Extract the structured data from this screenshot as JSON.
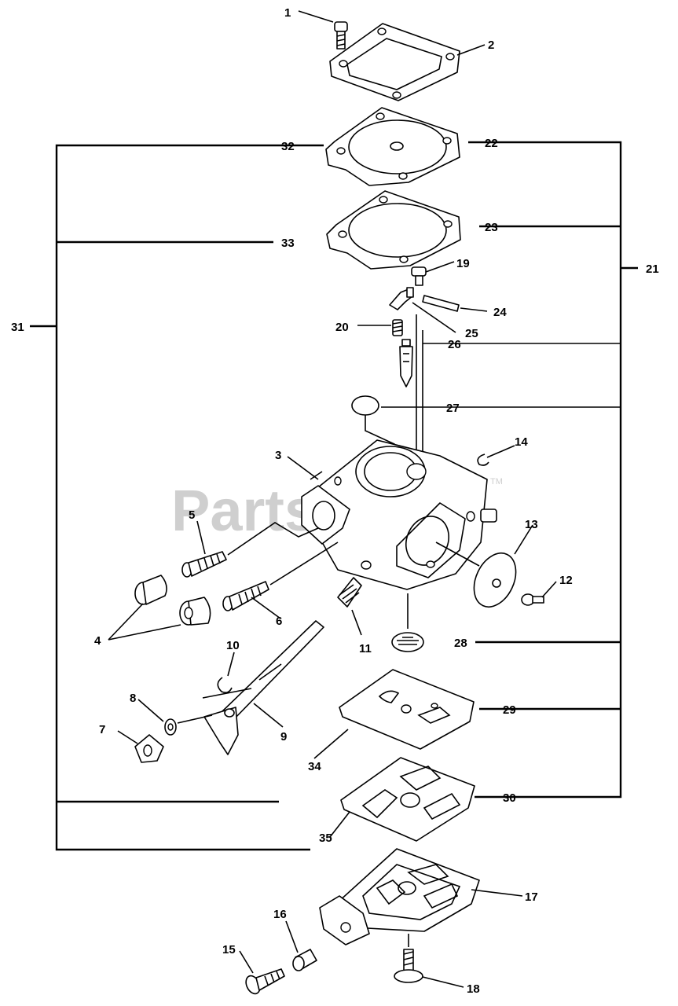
{
  "watermark": {
    "text": "PartsTree",
    "trademark": "TM"
  },
  "callouts": {
    "c1": "1",
    "c2": "2",
    "c3": "3",
    "c4": "4",
    "c5": "5",
    "c6": "6",
    "c7": "7",
    "c8": "8",
    "c9": "9",
    "c10": "10",
    "c11": "11",
    "c12": "12",
    "c13": "13",
    "c14": "14",
    "c15": "15",
    "c16": "16",
    "c17": "17",
    "c18": "18",
    "c19": "19",
    "c20": "20",
    "c21": "21",
    "c22": "22",
    "c23": "23",
    "c24": "24",
    "c25": "25",
    "c26": "26",
    "c27": "27",
    "c28": "28",
    "c29": "29",
    "c30": "30",
    "c31": "31",
    "c32": "32",
    "c33": "33",
    "c34": "34",
    "c35": "35"
  },
  "colors": {
    "line": "#000000",
    "watermark": "#cfcfcf",
    "background": "#ffffff"
  }
}
